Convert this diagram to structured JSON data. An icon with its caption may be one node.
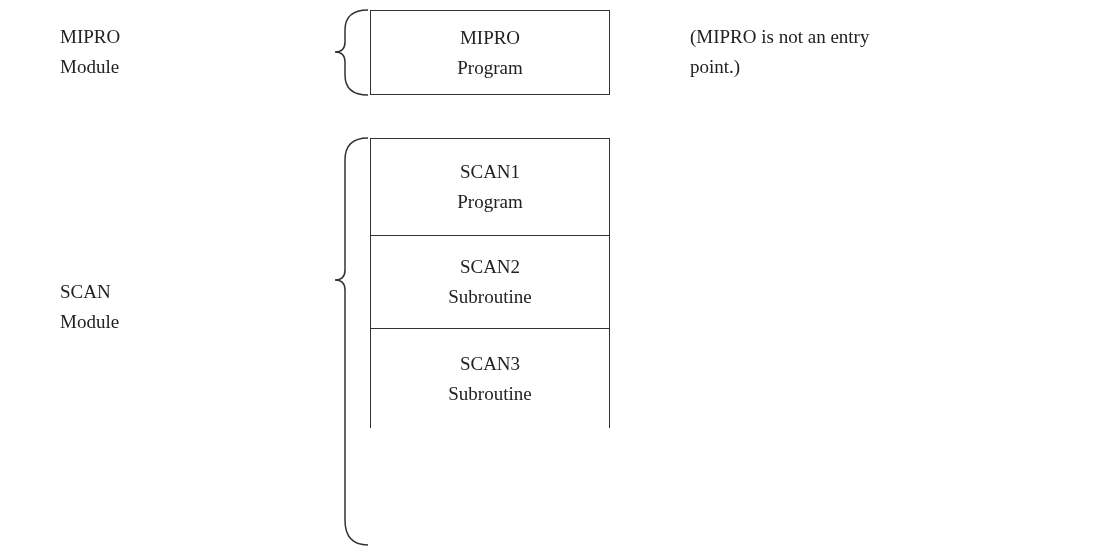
{
  "diagram": {
    "nodes": [
      {
        "text": [
          "MIPRO Program"
        ]
      },
      {
        "text": [
          "SCAN1 Program"
        ]
      },
      {
        "text": [
          "SCAN2 Subroutine"
        ]
      },
      {
        "text": [
          "SCAN3 Subroutine"
        ]
      }
    ],
    "labels": [
      "MIPRO Module",
      "(MIPRO is not an entry point.)",
      "SCAN Module"
    ]
  }
}
